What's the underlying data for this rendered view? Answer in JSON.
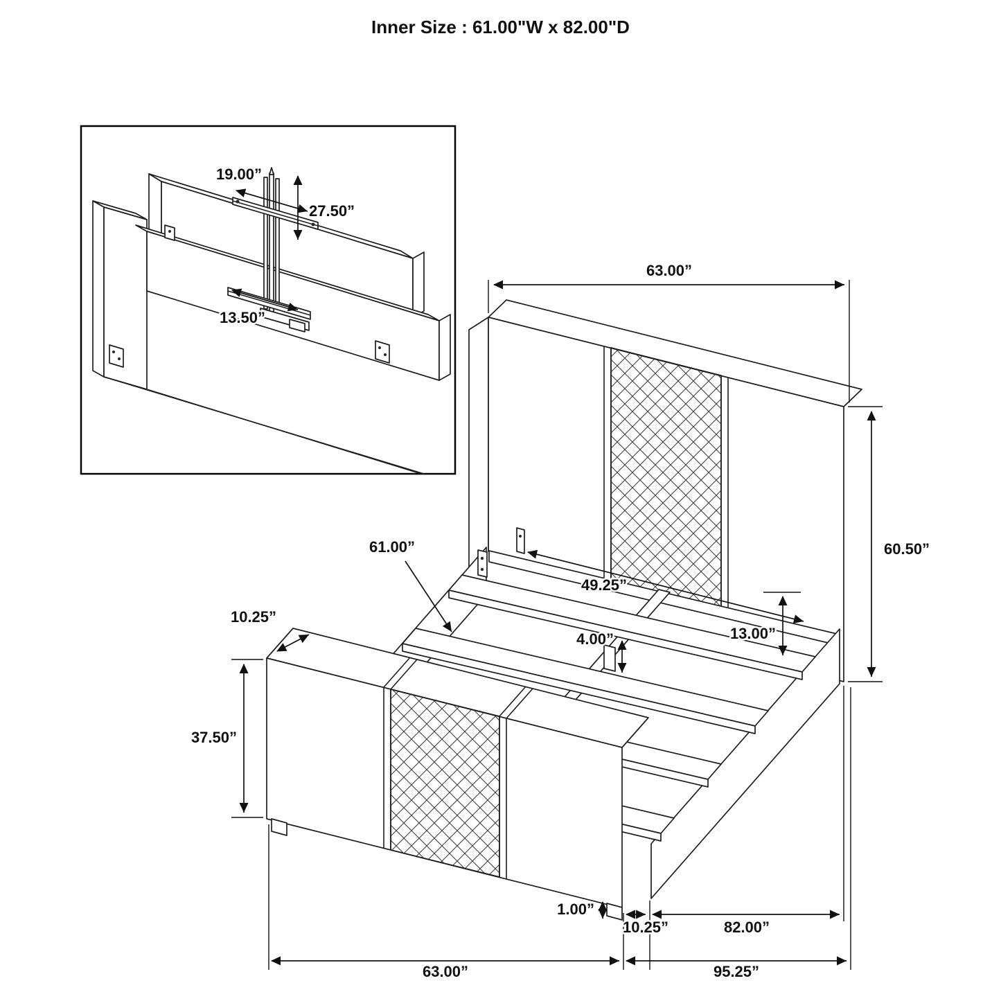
{
  "title": "Inner Size : 61.00\"W x 82.00\"D",
  "inset": {
    "bar_length": "19.00”",
    "post_height": "27.50”",
    "bracket_length": "13.50”"
  },
  "main": {
    "headboard_width": "63.00”",
    "headboard_height": "60.50”",
    "inner_back_width": "49.25”",
    "rail_height": "13.00”",
    "slat_length": "61.00”",
    "support_width": "4.00”",
    "footboard_top_depth": "10.25”",
    "footboard_height": "37.50”",
    "foot_height": "1.00”",
    "footboard_depth": "10.25”",
    "inner_depth": "82.00”",
    "footboard_width": "63.00”",
    "total_depth": "95.25”"
  }
}
